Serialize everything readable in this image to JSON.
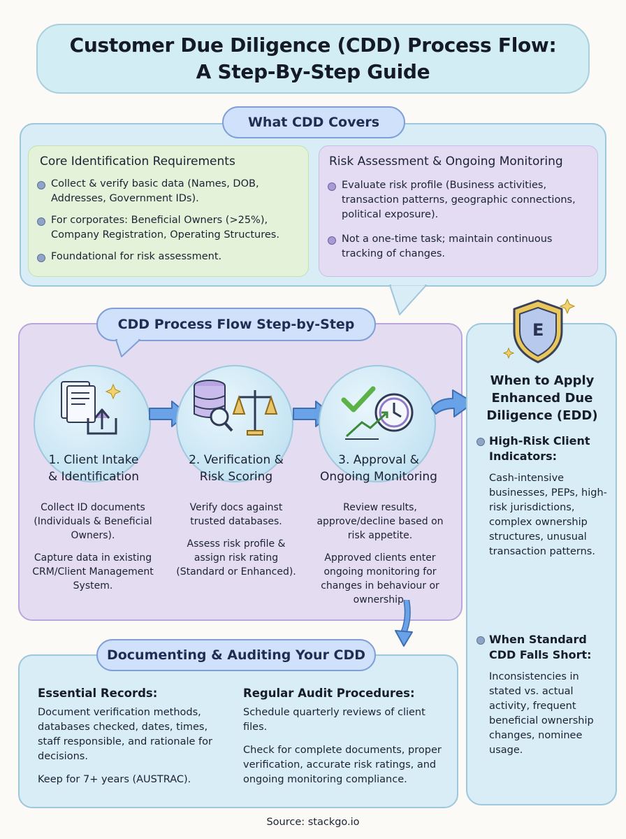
{
  "title": {
    "line1": "Customer Due Diligence (CDD) Process Flow:",
    "line2": "A Step-By-Step Guide"
  },
  "covers": {
    "heading": "What CDD Covers",
    "core": {
      "heading": "Core Identification Requirements",
      "bullets": [
        "Collect & verify basic data (Names, DOB, Addresses, Government IDs).",
        "For corporates: Beneficial Owners (>25%), Company Registration, Operating Structures.",
        "Foundational for risk assessment."
      ]
    },
    "risk": {
      "heading": "Risk Assessment & Ongoing Monitoring",
      "bullets": [
        "Evaluate risk profile (Business activities, transaction patterns, geographic connections, political exposure).",
        "Not a one-time task; maintain continuous tracking of changes."
      ]
    }
  },
  "flow": {
    "heading": "CDD Process Flow Step-by-Step",
    "steps": [
      {
        "title_l1": "1. Client Intake",
        "title_l2": "& Identification",
        "p1": "Collect ID documents (Individuals & Beneficial Owners).",
        "p2": "Capture data in existing CRM/Client Management System."
      },
      {
        "title_l1": "2. Verification &",
        "title_l2": "Risk Scoring",
        "p1": "Verify docs against trusted databases.",
        "p2": "Assess risk profile & assign risk rating (Standard or Enhanced)."
      },
      {
        "title_l1": "3. Approval &",
        "title_l2": "Ongoing Monitoring",
        "p1": "Review results, approve/decline based on risk appetite.",
        "p2": "Approved clients enter ongoing monitoring for changes in behaviour or ownership."
      }
    ]
  },
  "edd": {
    "badge_letter": "E",
    "title": "When to Apply Enhanced Due Diligence (EDD)",
    "items": [
      {
        "heading": "High-Risk Client Indicators:",
        "text": "Cash-intensive businesses, PEPs, high-risk jurisdictions, complex ownership structures, unusual transaction patterns."
      },
      {
        "heading": "When Standard CDD Falls Short:",
        "text": "Inconsistencies in stated vs. actual activity, frequent beneficial ownership changes, nominee usage."
      }
    ]
  },
  "docs": {
    "heading": "Documenting & Auditing Your CDD",
    "records": {
      "heading": "Essential Records:",
      "p1": "Document verification methods, databases checked, dates, times, staff responsible, and rationale for decisions.",
      "p2": "Keep for 7+ years (AUSTRAC)."
    },
    "audit": {
      "heading": "Regular Audit Procedures:",
      "p1": "Schedule quarterly reviews of client files.",
      "p2": "Check for complete documents, proper verification, accurate risk ratings, and ongoing monitoring compliance."
    }
  },
  "source": "Source: stackgo.io"
}
